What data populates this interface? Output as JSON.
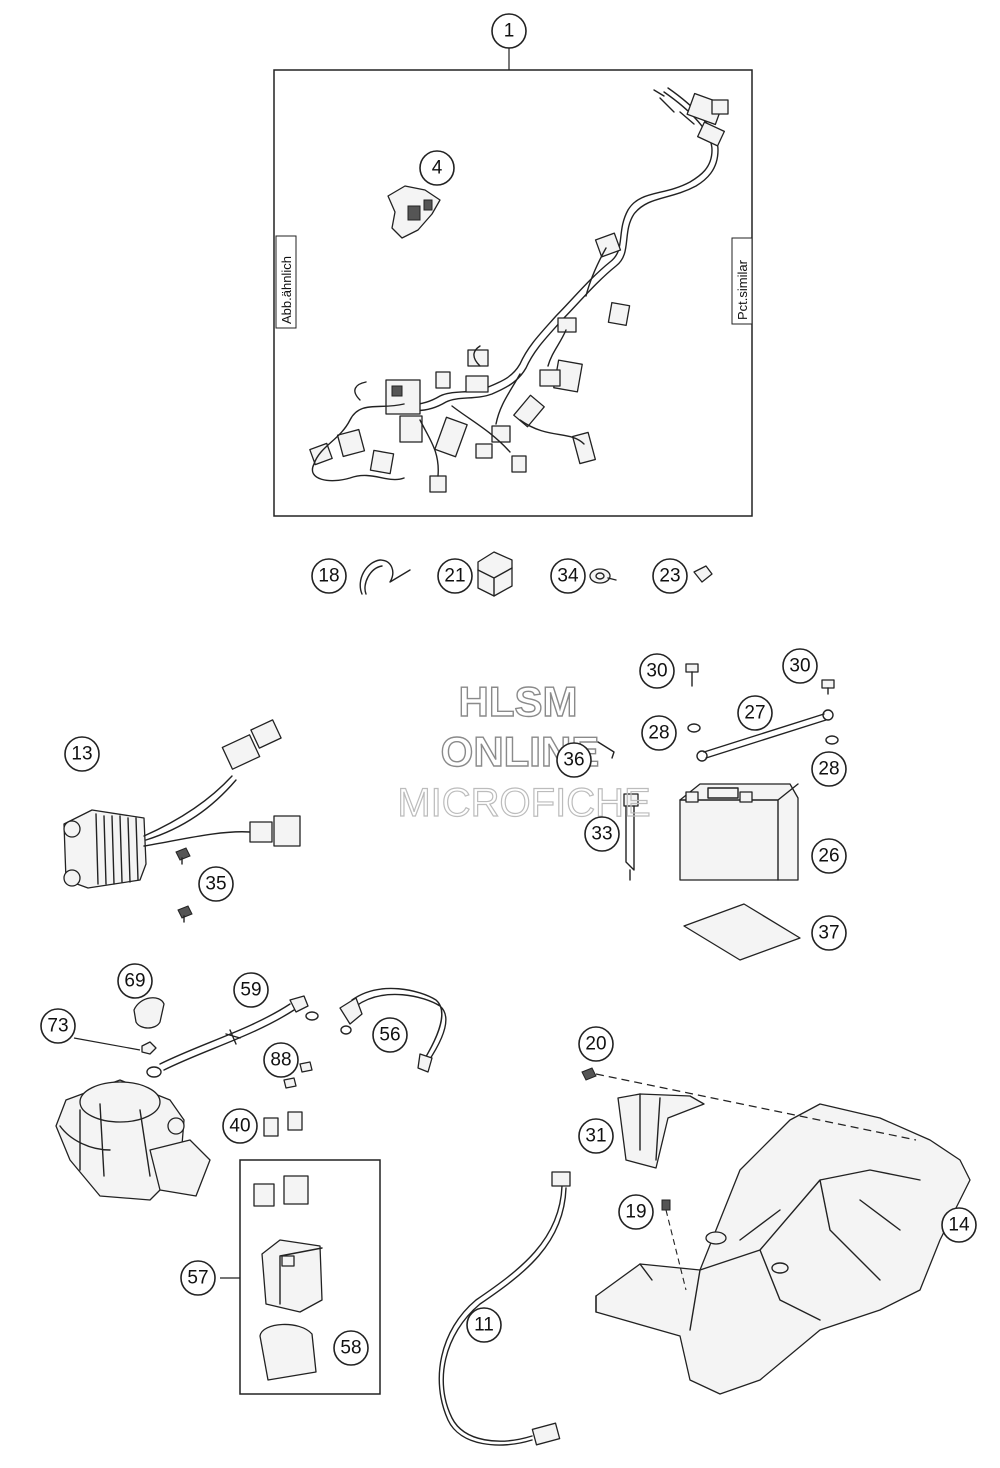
{
  "side_labels": {
    "left": "Abb.ähnlich",
    "right": "Pct.similar"
  },
  "watermark": {
    "line1": "HLSM",
    "line2": "ONLINE",
    "line3": "MICROFICHE"
  },
  "callouts": {
    "c1": "1",
    "c4": "4",
    "c18": "18",
    "c21": "21",
    "c34": "34",
    "c23": "23",
    "c30a": "30",
    "c30b": "30",
    "c27": "27",
    "c28a": "28",
    "c28b": "28",
    "c36": "36",
    "c13": "13",
    "c33": "33",
    "c26": "26",
    "c35": "35",
    "c37": "37",
    "c69": "69",
    "c59": "59",
    "c73": "73",
    "c56": "56",
    "c88": "88",
    "c20": "20",
    "c40": "40",
    "c31": "31",
    "c19": "19",
    "c14": "14",
    "c57": "57",
    "c11": "11",
    "c58": "58"
  }
}
